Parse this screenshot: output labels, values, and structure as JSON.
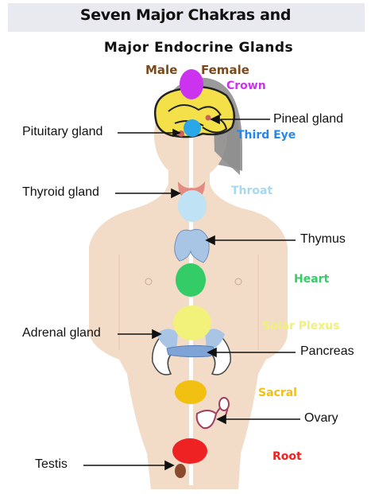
{
  "title_line1": "Seven Major Chakras and",
  "title_line2": "Major Endocrine Glands",
  "sex_labels": {
    "male": "Male",
    "female": "Female"
  },
  "glands": {
    "pituitary": "Pituitary gland",
    "pineal": "Pineal gland",
    "thyroid": "Thyroid gland",
    "thymus": "Thymus",
    "adrenal": "Adrenal gland",
    "pancreas": "Pancreas",
    "ovary": "Ovary",
    "testis": "Testis"
  },
  "chakras": [
    {
      "name": "Crown",
      "color": "#cc33ee"
    },
    {
      "name": "Third Eye",
      "color": "#2288ee"
    },
    {
      "name": "Throat",
      "color": "#a8d8f0"
    },
    {
      "name": "Heart",
      "color": "#33cc66"
    },
    {
      "name": "Solar Plexus",
      "color": "#f0f07a"
    },
    {
      "name": "Sacral",
      "color": "#f2c010"
    },
    {
      "name": "Root",
      "color": "#ee2222"
    }
  ],
  "colors": {
    "skin": "#f2dcc8",
    "hair": "#999999",
    "brain": "#f4e14a",
    "thyroid": "#e48a80",
    "gland_blue": "#a9c5e6",
    "spine": "#ffffff"
  }
}
